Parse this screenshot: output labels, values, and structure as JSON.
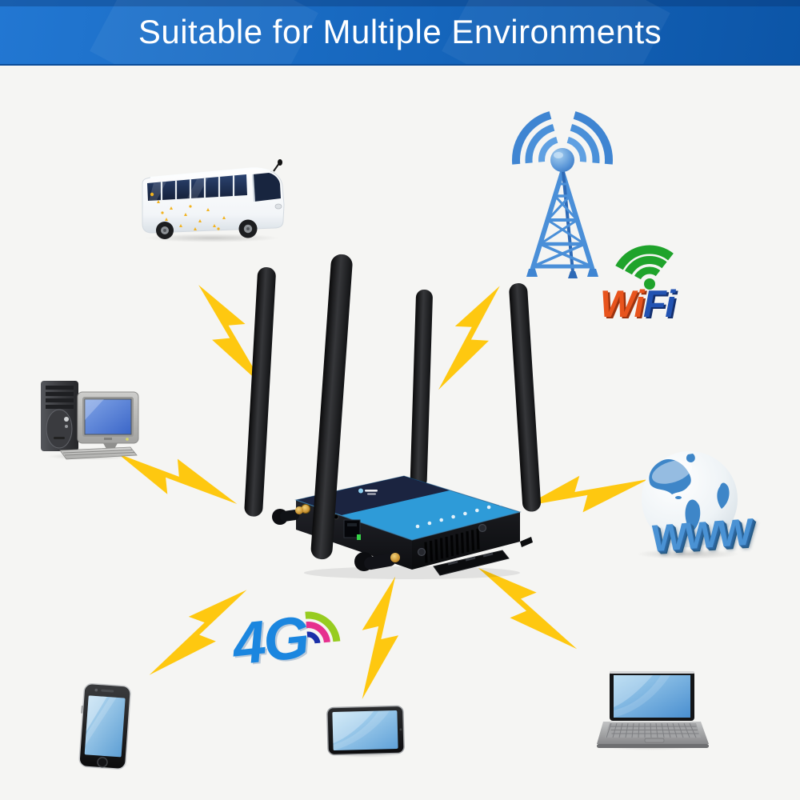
{
  "banner": {
    "title": "Suitable for Multiple Environments"
  },
  "labels": {
    "wifi_wi": "Wi",
    "wifi_fi": "Fi",
    "four_g": "4G",
    "www": "WWW"
  },
  "colors": {
    "background": "#f5f5f3",
    "banner_top": "#2277d2",
    "banner_bottom": "#0c55a7",
    "bolt_yellow": "#FEC810",
    "tower_blue": "#4A90D9",
    "wifi_green": "#1FA32B",
    "wifi_orange": "#E8541D",
    "wifi_blue": "#2253B2",
    "fourg_blue": "#1B86DF",
    "fourg_arc_inner": "#1A2FA8",
    "fourg_arc_mid": "#E6308E",
    "fourg_arc_outer": "#97CC20",
    "www_blue": "#4A92D4",
    "globe_land": "#3E86C8",
    "router_panel_blue": "#2E9BD8",
    "router_panel_navy": "#1B2440"
  },
  "icons": [
    {
      "name": "tour-bus"
    },
    {
      "name": "cell-tower"
    },
    {
      "name": "wifi-logo"
    },
    {
      "name": "desktop-computer"
    },
    {
      "name": "internet-globe-www"
    },
    {
      "name": "4g-router"
    },
    {
      "name": "4g-logo"
    },
    {
      "name": "smartphone"
    },
    {
      "name": "tablet"
    },
    {
      "name": "laptop"
    },
    {
      "name": "lightning-bolt"
    }
  ]
}
